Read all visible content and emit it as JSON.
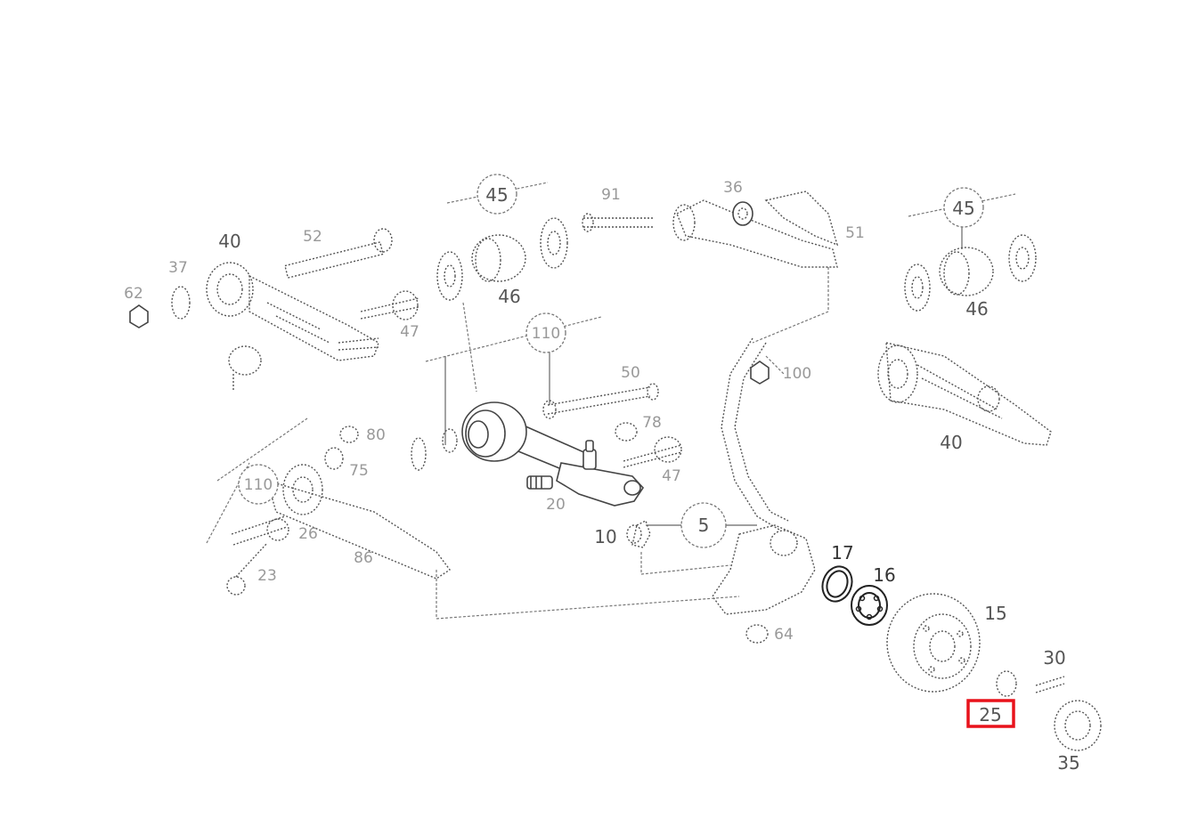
{
  "diagram": {
    "callouts": {
      "c45_left": "45",
      "c45_right": "45",
      "c110_mid": "110",
      "c110_left": "110",
      "c5": "5"
    },
    "labels": {
      "l40_left": "40",
      "l37": "37",
      "l62": "62",
      "l52": "52",
      "l46_left": "46",
      "l91": "91",
      "l36": "36",
      "l51": "51",
      "l46_right": "46",
      "l40_right": "40",
      "l47_upper": "47",
      "l50": "50",
      "l100": "100",
      "l80": "80",
      "l78": "78",
      "l75": "75",
      "l47_lower": "47",
      "l20": "20",
      "l10": "10",
      "l17": "17",
      "l16": "16",
      "l15": "15",
      "l30": "30",
      "l25": "25",
      "l35": "35",
      "l64": "64",
      "l86": "86",
      "l26": "26",
      "l23": "23"
    },
    "highlight": {
      "label": "25",
      "color": "#e8121b"
    }
  }
}
